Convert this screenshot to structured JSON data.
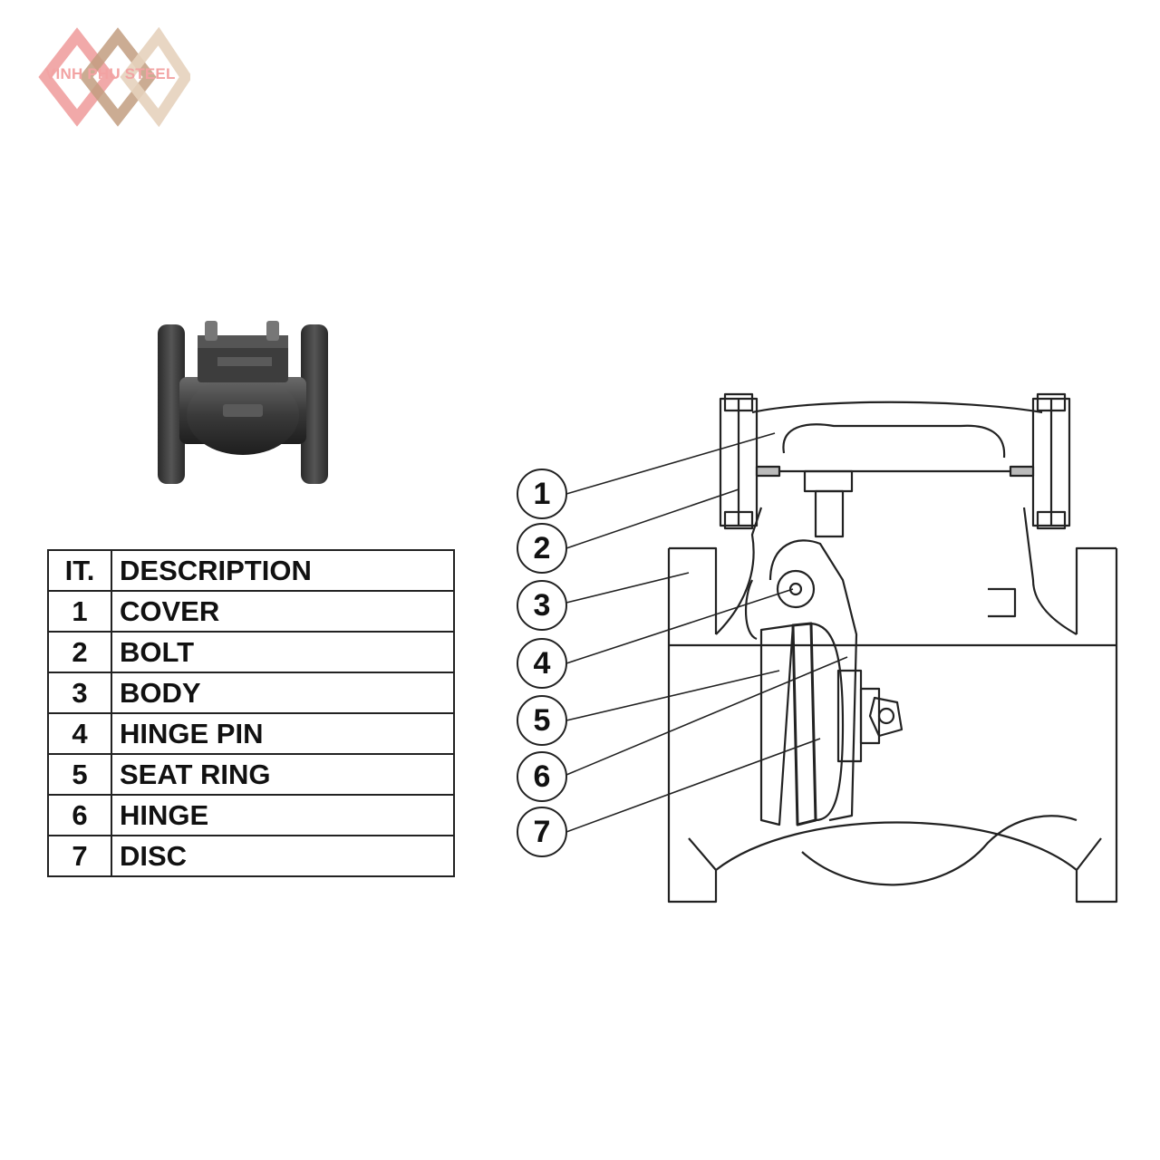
{
  "brand": {
    "name": "VINH PHU STEEL",
    "colors": {
      "primary": "#f2a3a3",
      "secondary": "#c8a98f",
      "tertiary": "#e8d6c4"
    }
  },
  "table": {
    "headers": {
      "item": "IT.",
      "description": "DESCRIPTION"
    },
    "rows": [
      {
        "item": "1",
        "description": "COVER"
      },
      {
        "item": "2",
        "description": "BOLT"
      },
      {
        "item": "3",
        "description": "BODY"
      },
      {
        "item": "4",
        "description": "HINGE PIN"
      },
      {
        "item": "5",
        "description": "SEAT RING"
      },
      {
        "item": "6",
        "description": "HINGE"
      },
      {
        "item": "7",
        "description": "DISC"
      }
    ]
  },
  "diagram": {
    "callouts": [
      "1",
      "2",
      "3",
      "4",
      "5",
      "6",
      "7"
    ]
  }
}
